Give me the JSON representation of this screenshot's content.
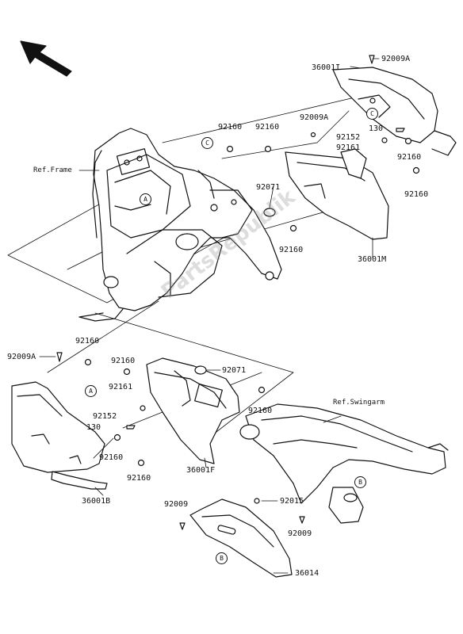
{
  "watermark": "PartsRepublik",
  "colors": {
    "line": "#111111",
    "fill": "#ffffff",
    "shadow": "#dddddd",
    "watermark": "#999999"
  },
  "direction_arrow_icon": "arrow-up-left-icon",
  "references": {
    "frame": "Ref.Frame",
    "swingarm": "Ref.Swingarm"
  },
  "callouts": {
    "a": "A",
    "b": "B",
    "c": "C"
  },
  "parts": {
    "p36001I": "36001I",
    "p92009A_top": "92009A",
    "p92160_a": "92160",
    "p92160_b": "92160",
    "p92009A_mid": "92009A",
    "p130_top": "130",
    "p92152_top": "92152",
    "p92161_top": "92161",
    "p92160_c": "92160",
    "p92160_d": "92160",
    "p92071_top": "92071",
    "p92160_e": "92160",
    "p36001M": "36001M",
    "p92009A_left": "92009A",
    "p92160_f": "92160",
    "p92160_g": "92160",
    "p92071_mid": "92071",
    "p92161_mid": "92161",
    "p92152_mid": "92152",
    "p130_mid": "130",
    "p92160_h": "92160",
    "p92160_i": "92160",
    "p36001F": "36001F",
    "p92160_j": "92160",
    "p36001B": "36001B",
    "p92009_a": "92009",
    "p92015": "92015",
    "p92009_b": "92009",
    "p36014": "36014"
  }
}
